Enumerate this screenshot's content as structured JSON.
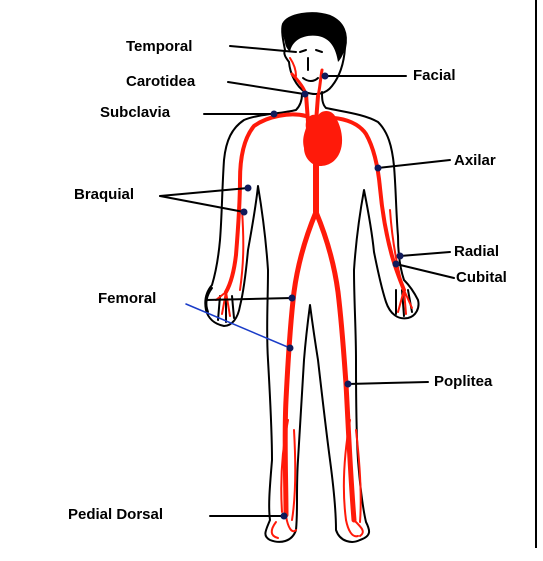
{
  "labels": {
    "temporal": "Temporal",
    "carotidea": "Carotidea",
    "subclavia": "Subclavia",
    "facial": "Facial",
    "axilar": "Axilar",
    "braquial": "Braquial",
    "radial": "Radial",
    "cubital": "Cubital",
    "femoral": "Femoral",
    "poplitea": "Poplitea",
    "pedial_dorsal": "Pedial Dorsal"
  },
  "colors": {
    "artery": "#ff1a0a",
    "outline": "#000000",
    "skin_dark": "#cc0000",
    "leader_blue": "#1a3cc8",
    "pulse_point": "#101a5a"
  }
}
